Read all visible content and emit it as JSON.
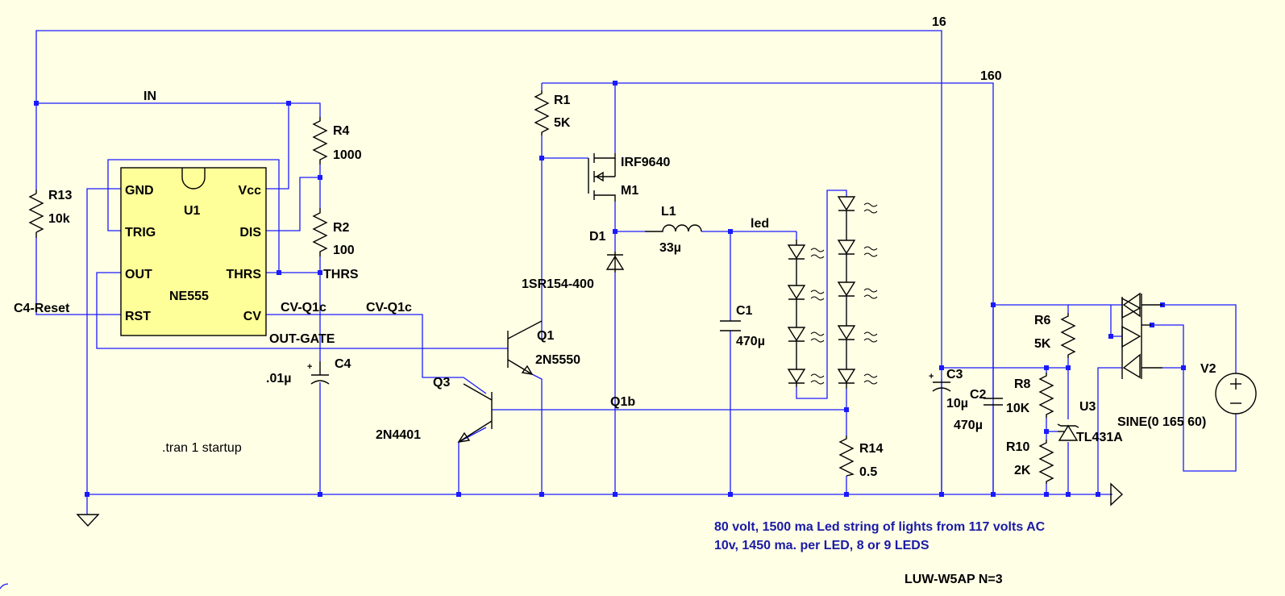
{
  "net_labels": {
    "n16": "16",
    "n160": "160",
    "in": "IN",
    "thrs": "THRS",
    "c4_reset": "C4-Reset",
    "cv_q1c_a": "CV-Q1c",
    "cv_q1c_b": "CV-Q1c",
    "out_gate": "OUT-GATE",
    "led": "led",
    "q1b": "Q1b"
  },
  "u1": {
    "ref": "U1",
    "part": "NE555",
    "pins": {
      "gnd": "GND",
      "trig": "TRIG",
      "out": "OUT",
      "rst": "RST",
      "vcc": "Vcc",
      "dis": "DIS",
      "thrs": "THRS",
      "cv": "CV"
    },
    "body_color": "#ffff99"
  },
  "components": {
    "r13": {
      "ref": "R13",
      "value": "10k"
    },
    "r4": {
      "ref": "R4",
      "value": "1000"
    },
    "r2": {
      "ref": "R2",
      "value": "100"
    },
    "c4": {
      "ref": "C4",
      "value": ".01µ"
    },
    "r1": {
      "ref": "R1",
      "value": "5K"
    },
    "m1": {
      "ref": "M1",
      "value": "IRF9640"
    },
    "d1": {
      "ref": "D1",
      "value": "1SR154-400"
    },
    "l1": {
      "ref": "L1",
      "value": "33µ"
    },
    "c1": {
      "ref": "C1",
      "value": "470µ"
    },
    "q1": {
      "ref": "Q1",
      "value": "2N5550"
    },
    "q3": {
      "ref": "Q3",
      "value": "2N4401"
    },
    "r14": {
      "ref": "R14",
      "value": "0.5"
    },
    "c3": {
      "ref": "C3",
      "value": "10µ"
    },
    "c2": {
      "ref": "C2",
      "value": "470µ"
    },
    "r6": {
      "ref": "R6",
      "value": "5K"
    },
    "r8": {
      "ref": "R8",
      "value": "10K"
    },
    "r10": {
      "ref": "R10",
      "value": "2K"
    },
    "u3": {
      "ref": "U3",
      "value": "TL431A"
    },
    "v2": {
      "ref": "V2",
      "value": "SINE(0 165 60)"
    }
  },
  "directive": ".tran 1 startup",
  "notes": {
    "line1": "80 volt, 1500 ma Led string of lights from 117 volts AC",
    "line2": "10v, 1450 ma. per LED, 8 or 9 LEDS"
  },
  "led_part": "LUW-W5AP  N=3",
  "colors": {
    "background": "#ffffe6",
    "wire": "#1a1aff",
    "component": "#000000",
    "note_text": "#1a1aa6"
  }
}
